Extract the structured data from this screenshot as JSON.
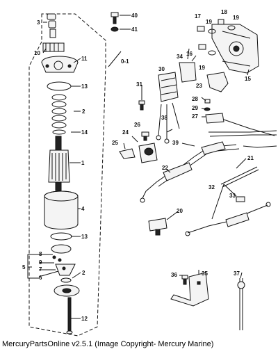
{
  "diagram": {
    "callouts": [
      "1",
      "2",
      "3",
      "4",
      "5",
      "6",
      "7",
      "8",
      "9",
      "10",
      "11",
      "12",
      "13",
      "14",
      "15",
      "16",
      "17",
      "18",
      "19",
      "20",
      "21",
      "22",
      "23",
      "24",
      "25",
      "26",
      "27",
      "28",
      "29",
      "30",
      "31",
      "32",
      "33",
      "34",
      "35",
      "36",
      "37",
      "38",
      "39",
      "40",
      "41",
      "0-1"
    ]
  },
  "footer": {
    "caption": "MercuryPartsOnline v2.5.1 (Image Copyright- Mercury Marine)"
  }
}
